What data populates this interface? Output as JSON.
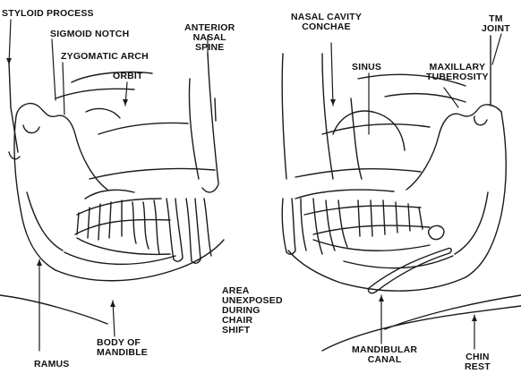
{
  "figure": {
    "labels": {
      "styloid_process": "STYLOID PROCESS",
      "sigmoid_notch": "SIGMOID NOTCH",
      "zygomatic_arch": "ZYGOMATIC ARCH",
      "orbit": "ORBIT",
      "anterior_nasal_spine": [
        "ANTERIOR",
        "NASAL",
        "SPINE"
      ],
      "nasal_cavity_conchae": [
        "NASAL CAVITY",
        "CONCHAE"
      ],
      "sinus": "SINUS",
      "maxillary_tuberosity": [
        "MAXILLARY",
        "TUBEROSITY"
      ],
      "tm_joint": [
        "TM",
        "JOINT"
      ],
      "unexposed_area": [
        "AREA",
        "UNEXPOSED",
        "DURING",
        "CHAIR",
        "SHIFT"
      ],
      "ramus": "RAMUS",
      "body_of_mandible": [
        "BODY OF",
        "MANDIBLE"
      ],
      "mandibular_canal": [
        "MANDIBULAR",
        "CANAL"
      ],
      "chin_rest": [
        "CHIN",
        "REST"
      ]
    }
  }
}
